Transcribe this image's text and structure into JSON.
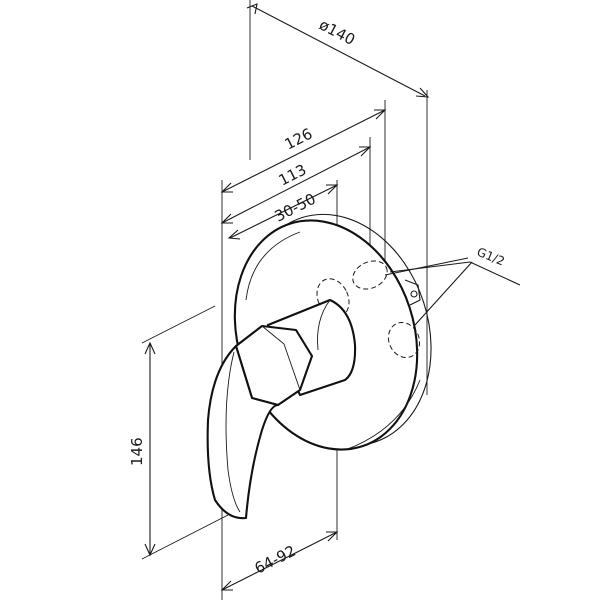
{
  "dimensions": {
    "diameter": "ø140",
    "width_overall": "126",
    "width_body": "113",
    "mount_depth": "30-50",
    "height": "146",
    "wall_depth": "64-92",
    "connection": "G1/2"
  }
}
